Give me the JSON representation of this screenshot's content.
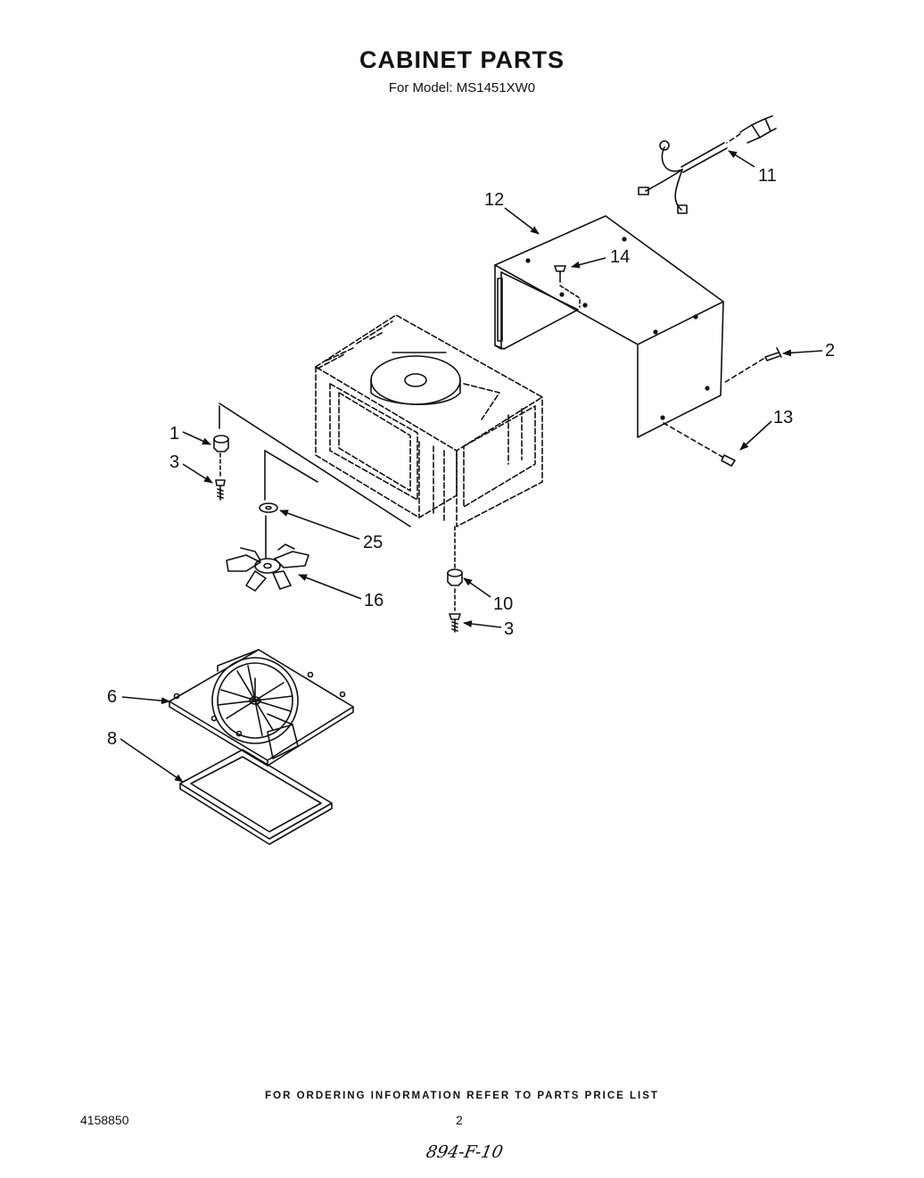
{
  "header": {
    "title": "CABINET PARTS",
    "model_line": "For Model: MS1451XW0"
  },
  "callouts": {
    "c1": "1",
    "c2": "2",
    "c3a": "3",
    "c3b": "3",
    "c6": "6",
    "c8": "8",
    "c10": "10",
    "c11": "11",
    "c12": "12",
    "c13": "13",
    "c14": "14",
    "c16": "16",
    "c25": "25"
  },
  "footer": {
    "ordering_note": "FOR ORDERING INFORMATION REFER TO PARTS PRICE LIST",
    "doc_number": "4158850",
    "page_number": "2",
    "handwritten_note": "894-F-10"
  }
}
